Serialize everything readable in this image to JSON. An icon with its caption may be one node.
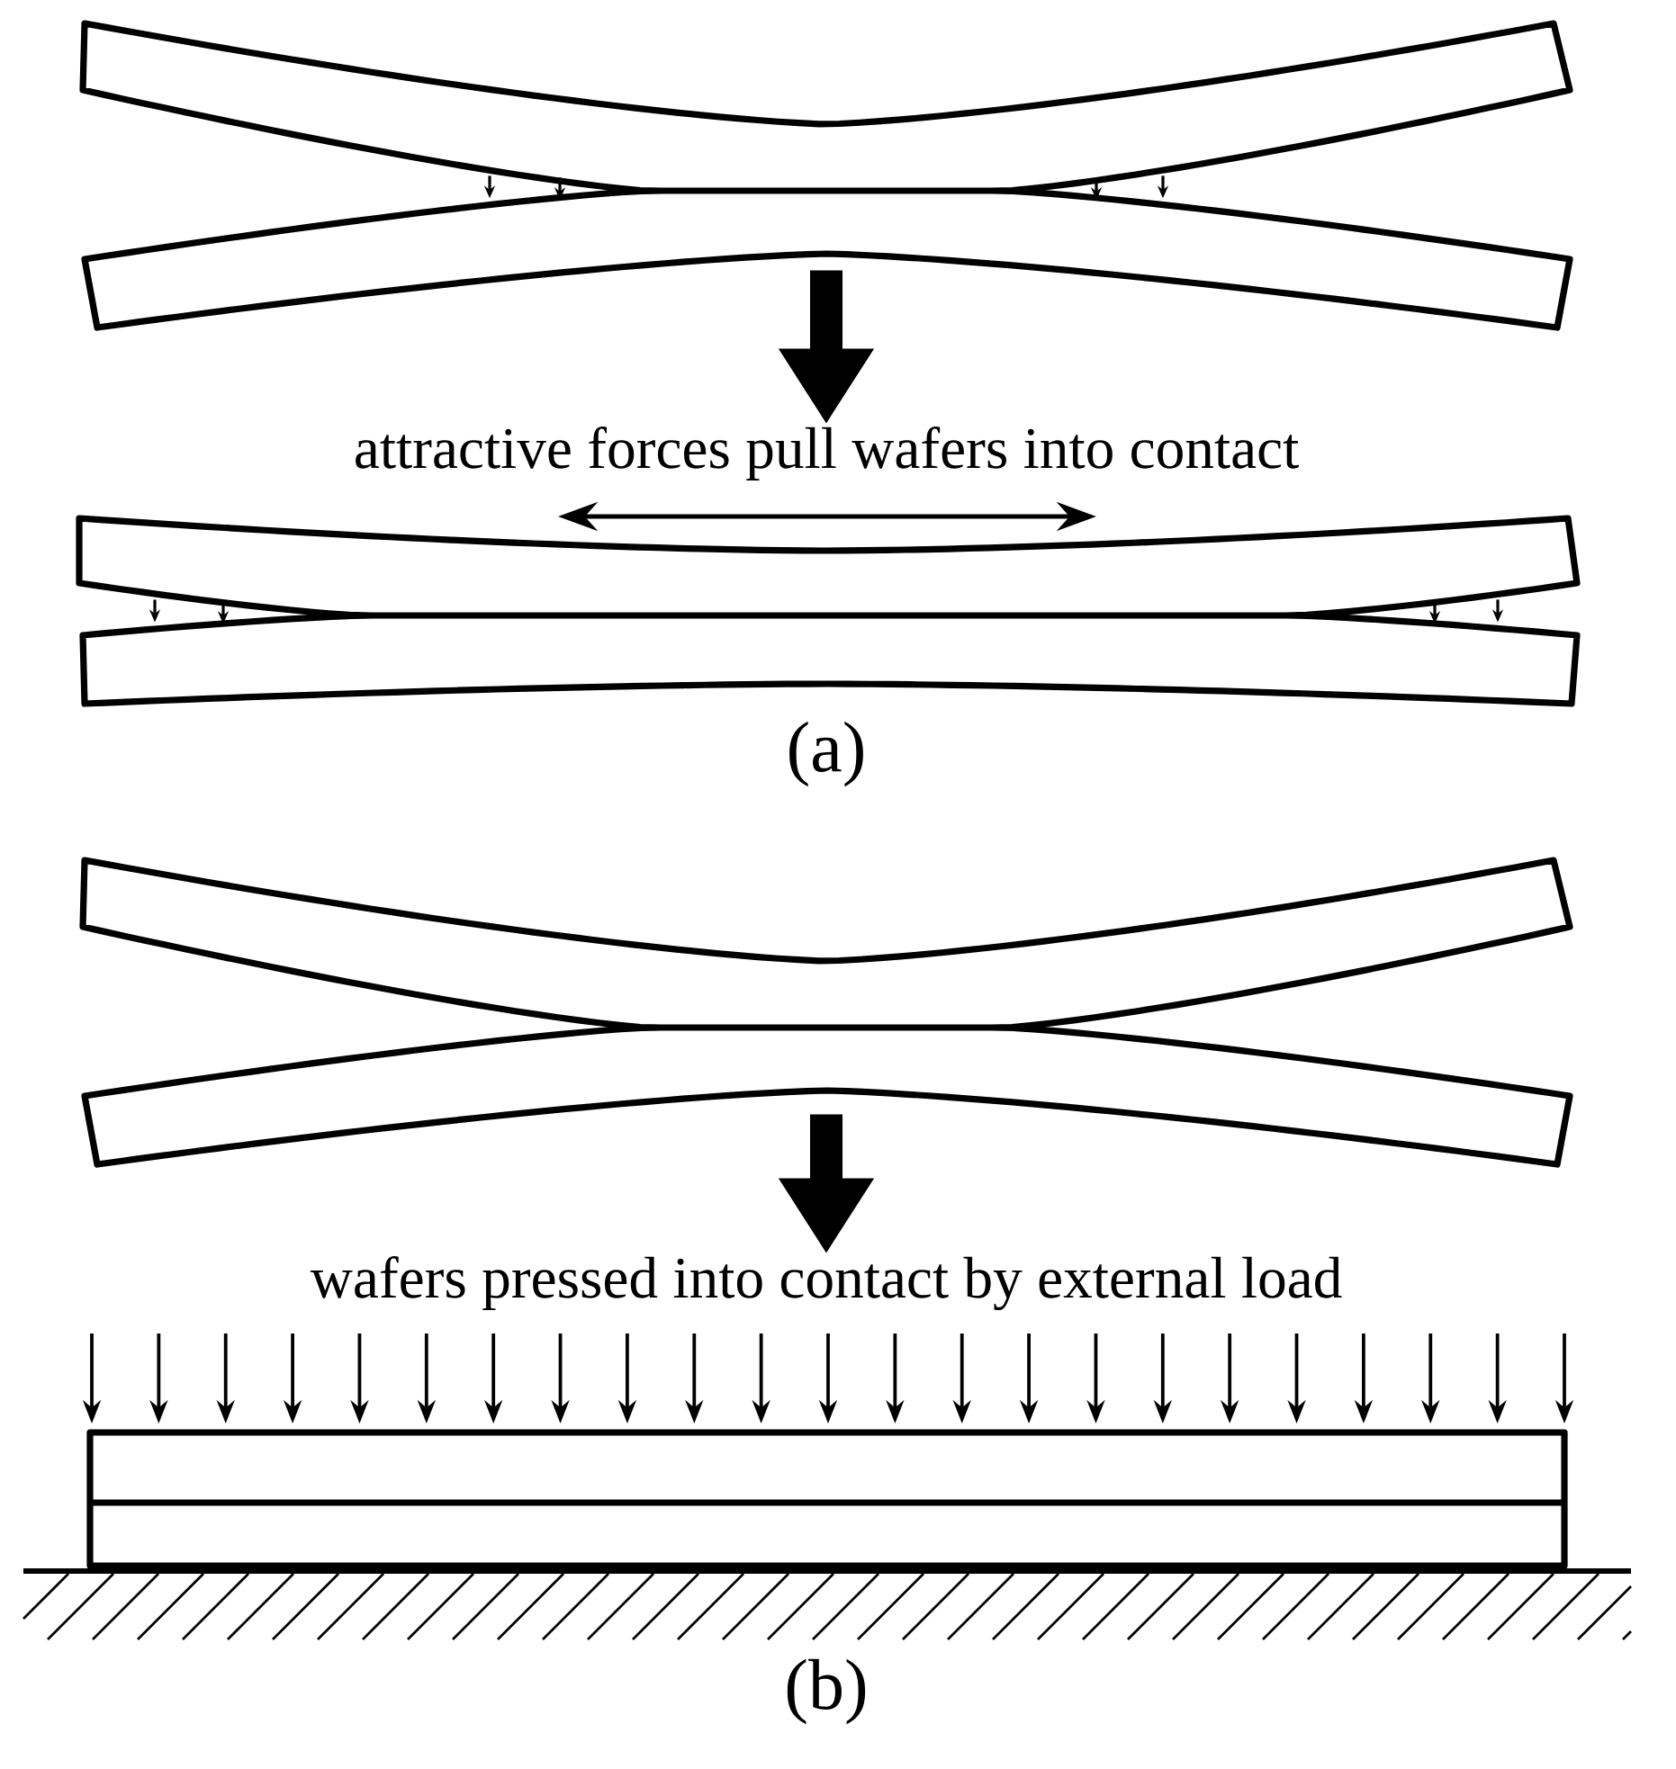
{
  "diagram": {
    "nodes": [
      {
        "text": [],
        "shape": "picture"
      },
      {
        "text": [
          "attractive forces pull wafers into contact"
        ]
      },
      {
        "text": [],
        "shape": "picture"
      },
      {
        "text": [
          "wafers pressed into contact by external load"
        ]
      }
    ],
    "edges": [
      {
        "from": 0,
        "to": 1,
        "arrow": "to"
      },
      {
        "from": 2,
        "to": 3,
        "arrow": "to"
      }
    ],
    "labels": [
      "(a)",
      "(b)"
    ]
  }
}
